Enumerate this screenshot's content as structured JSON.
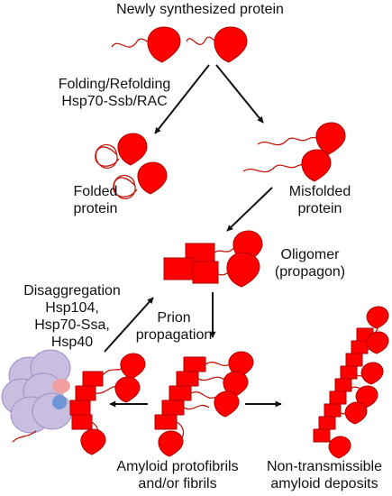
{
  "diagram": {
    "colors": {
      "protein": "#ff0000",
      "outline": "#b00000",
      "chain": "#c0180c",
      "chaperone": "#c9bedf",
      "chaperone_outline": "#9f8fc4",
      "cofactor_pink": "#f0a0a0",
      "cofactor_blue": "#6f95d8",
      "arrow": "#111111"
    },
    "stages": {
      "newly_synthesized": {
        "label": "Newly synthesized protein"
      },
      "folding": {
        "label_line1": "Folding/Refolding",
        "label_line2": "Hsp70-Ssb/RAC"
      },
      "folded": {
        "label_line1": "Folded",
        "label_line2": "protein"
      },
      "misfolded": {
        "label_line1": "Misfolded",
        "label_line2": "protein"
      },
      "oligomer": {
        "label_line1": "Oligomer",
        "label_line2": "(propagon)"
      },
      "disaggregation": {
        "label_line1": "Disaggregation",
        "label_line2": "Hsp104,",
        "label_line3": "Hsp70-Ssa,",
        "label_line4": "Hsp40"
      },
      "prion": {
        "label_line1": "Prion",
        "label_line2": "propagation"
      },
      "fibrils": {
        "label_line1": "Amyloid protofibrils",
        "label_line2": "and/or fibrils"
      },
      "deposits": {
        "label_line1": "Non-transmissible",
        "label_line2": "amyloid deposits"
      }
    }
  }
}
